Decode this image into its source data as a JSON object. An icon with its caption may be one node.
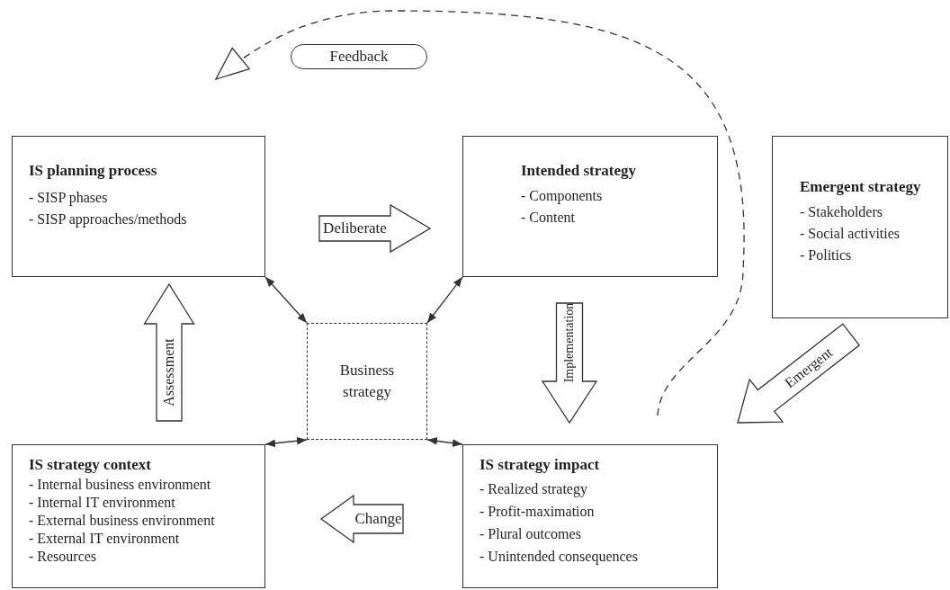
{
  "diagram": {
    "nodes": [
      {
        "text": [
          "IS planning process",
          "- SISP phases",
          "- SISP approaches/methods"
        ]
      },
      {
        "text": [
          "Intended strategy",
          "- Components",
          "- Content"
        ]
      },
      {
        "text": [
          "Emergent strategy",
          "- Stakeholders",
          "- Social activities",
          "- Politics"
        ]
      },
      {
        "text": [
          "Business strategy"
        ]
      },
      {
        "text": [
          "IS strategy context",
          "- Internal business environment",
          "- Internal IT environment",
          "- External business environment",
          "- External IT environment",
          "- Resources"
        ]
      },
      {
        "text": [
          "IS strategy impact",
          "- Realized strategy",
          "- Profit-maximation",
          "- Plural outcomes",
          "- Unintended consequences"
        ]
      }
    ],
    "edges": [
      {
        "from": 0,
        "to": 1,
        "arrow": "to",
        "label": "Deliberate",
        "style": "thick"
      },
      {
        "from": 1,
        "to": 5,
        "arrow": "to",
        "label": "Implementation",
        "style": "thick"
      },
      {
        "from": 2,
        "to": 5,
        "arrow": "to",
        "label": "Emergent",
        "style": "thick"
      },
      {
        "from": 5,
        "to": 4,
        "arrow": "to",
        "label": "Change",
        "style": "thick"
      },
      {
        "from": 4,
        "to": 0,
        "arrow": "to",
        "label": "Assessment",
        "style": "thick"
      },
      {
        "from": 5,
        "to": 0,
        "arrow": "to",
        "label": "Feedback",
        "style": "dashed"
      },
      {
        "from": 3,
        "to": 0,
        "arrow": "both"
      },
      {
        "from": 3,
        "to": 1,
        "arrow": "both"
      },
      {
        "from": 3,
        "to": 4,
        "arrow": "both"
      },
      {
        "from": 3,
        "to": 5,
        "arrow": "both"
      }
    ]
  }
}
